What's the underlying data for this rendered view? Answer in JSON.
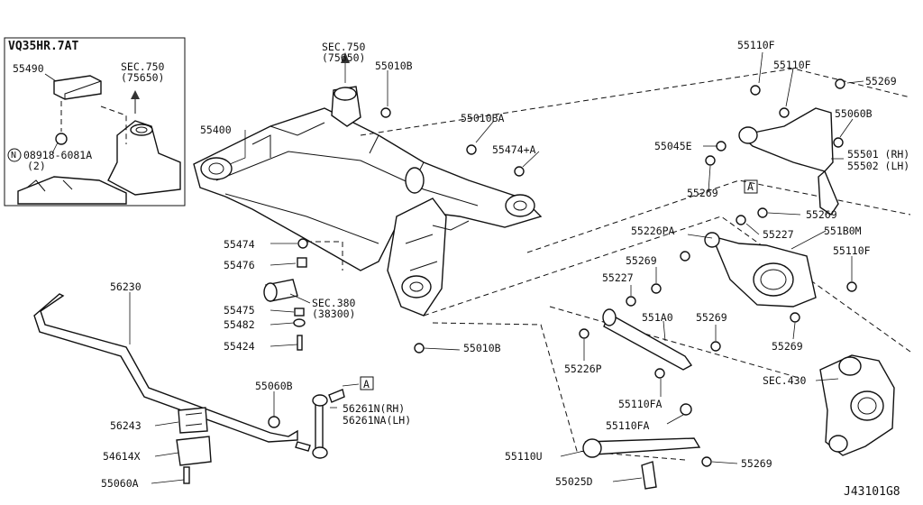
{
  "inset": {
    "title": "VQ35HR.7AT",
    "part1": "55490",
    "sec": "SEC.750",
    "sec_sub": "(75650)",
    "bolt": "08918-6081A",
    "bolt_prefix": "N",
    "bolt_qty": "(2)"
  },
  "labels": {
    "sec750": "SEC.750",
    "sec750_sub": "(75650)",
    "p55010B_top": "55010B",
    "p55400": "55400",
    "p55010BA": "55010BA",
    "p55474A": "55474+A",
    "p55110F_a": "55110F",
    "p55110F_b": "55110F",
    "p55269_a": "55269",
    "p55060B_r": "55060B",
    "p55045E": "55045E",
    "p55501": "55501 (RH)",
    "p55502": "55502 (LH)",
    "p55269_b": "55269",
    "ref_a1": "A",
    "p55269_c": "55269",
    "p55227_a": "55227",
    "p551B0M": "551B0M",
    "p55226PA": "55226PA",
    "p55110F_c": "55110F",
    "p55269_d": "55269",
    "p55227_b": "55227",
    "p551A0": "551A0",
    "p55269_e": "55269",
    "p55269_f": "55269",
    "p55226P": "55226P",
    "sec430": "SEC.430",
    "p55110FA_a": "55110FA",
    "p55110FA_b": "55110FA",
    "p55110U": "55110U",
    "p55269_g": "55269",
    "p55025D": "55025D",
    "p55474": "55474",
    "p55476": "55476",
    "sec380": "SEC.380",
    "sec380_sub": "(38300)",
    "p55475": "55475",
    "p55482": "55482",
    "p55424": "55424",
    "p55010B_bot": "55010B",
    "p56230": "56230",
    "p55060B_l": "55060B",
    "ref_a2": "A",
    "p56261N": "56261N(RH)",
    "p56261NA": "56261NA(LH)",
    "p56243": "56243",
    "p54614X": "54614X",
    "p55060A": "55060A",
    "drawing_code": "J43101G8"
  }
}
